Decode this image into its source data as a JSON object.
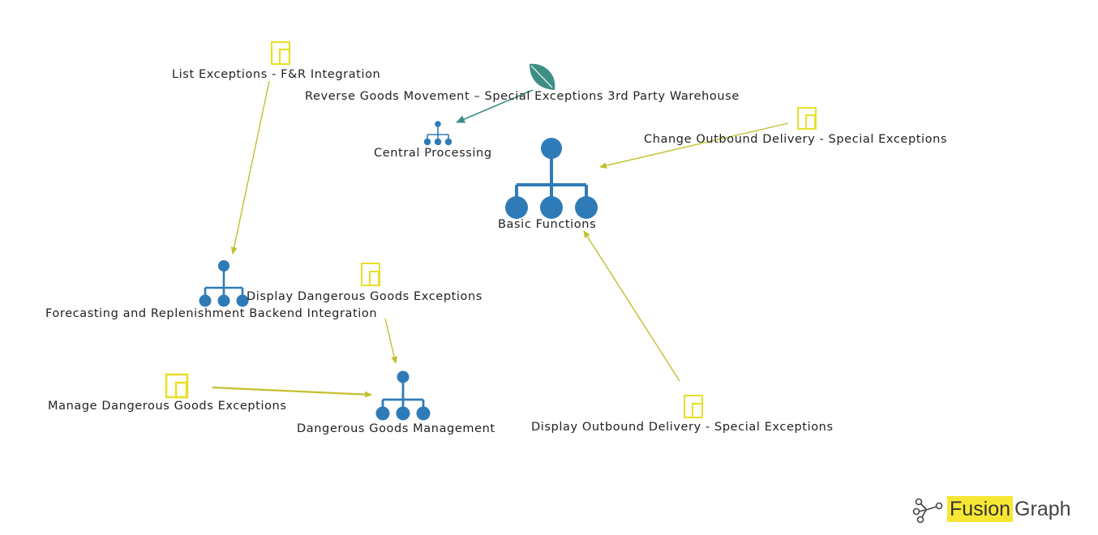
{
  "diagram": {
    "nodes": [
      {
        "id": "list-exceptions",
        "label": "List Exceptions - F&R Integration",
        "icon": "app-screen-icon"
      },
      {
        "id": "reverse-goods",
        "label": "Reverse Goods Movement – Special Exceptions 3rd Party Warehouse",
        "icon": "leaf-icon"
      },
      {
        "id": "central-processing",
        "label": "Central Processing",
        "icon": "hierarchy-icon"
      },
      {
        "id": "change-outbound",
        "label": "Change Outbound Delivery - Special Exceptions",
        "icon": "app-screen-icon"
      },
      {
        "id": "basic-functions",
        "label": "Basic Functions",
        "icon": "hierarchy-icon"
      },
      {
        "id": "forecasting",
        "label": "Forecasting and Replenishment Backend Integration",
        "icon": "hierarchy-icon"
      },
      {
        "id": "display-dg",
        "label": "Display Dangerous Goods Exceptions",
        "icon": "app-screen-icon"
      },
      {
        "id": "manage-dg",
        "label": "Manage Dangerous Goods Exceptions",
        "icon": "app-screen-icon"
      },
      {
        "id": "dg-management",
        "label": "Dangerous Goods Management",
        "icon": "hierarchy-icon"
      },
      {
        "id": "display-outbound",
        "label": "Display Outbound Delivery - Special Exceptions",
        "icon": "app-screen-icon"
      }
    ],
    "edges": [
      {
        "from": "list-exceptions",
        "to": "forecasting"
      },
      {
        "from": "reverse-goods",
        "to": "central-processing"
      },
      {
        "from": "change-outbound",
        "to": "basic-functions"
      },
      {
        "from": "display-outbound",
        "to": "basic-functions"
      },
      {
        "from": "display-dg",
        "to": "dg-management"
      },
      {
        "from": "manage-dg",
        "to": "dg-management"
      }
    ]
  },
  "colors": {
    "hierarchy": "#2f7bb8",
    "app": "#e6e02a",
    "edge": "#c2c02c",
    "leaf": "#3d8e85",
    "leaf_edge": "#3d8e85"
  },
  "brand": {
    "part1": "Fusion",
    "part2": "Graph",
    "icon": "graph-link-icon"
  }
}
